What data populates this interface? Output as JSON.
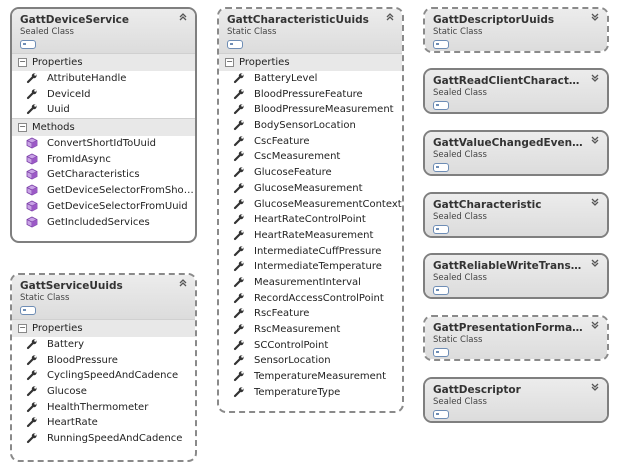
{
  "classes": {
    "gatt_device_service": {
      "name": "GattDeviceService",
      "kind": "Sealed Class",
      "sections": [
        {
          "label": "Properties",
          "items": [
            "AttributeHandle",
            "DeviceId",
            "Uuid"
          ]
        },
        {
          "label": "Methods",
          "items": [
            "ConvertShortIdToUuid",
            "FromIdAsync",
            "GetCharacteristics",
            "GetDeviceSelectorFromShort...",
            "GetDeviceSelectorFromUuid",
            "GetIncludedServices"
          ]
        }
      ]
    },
    "gatt_service_uuids": {
      "name": "GattServiceUuids",
      "kind": "Static Class",
      "sections": [
        {
          "label": "Properties",
          "items": [
            "Battery",
            "BloodPressure",
            "CyclingSpeedAndCadence",
            "Glucose",
            "HealthThermometer",
            "HeartRate",
            "RunningSpeedAndCadence"
          ]
        }
      ]
    },
    "gatt_characteristic_uuids": {
      "name": "GattCharacteristicUuids",
      "kind": "Static Class",
      "sections": [
        {
          "label": "Properties",
          "items": [
            "BatteryLevel",
            "BloodPressureFeature",
            "BloodPressureMeasurement",
            "BodySensorLocation",
            "CscFeature",
            "CscMeasurement",
            "GlucoseFeature",
            "GlucoseMeasurement",
            "GlucoseMeasurementContext",
            "HeartRateControlPoint",
            "HeartRateMeasurement",
            "IntermediateCuffPressure",
            "IntermediateTemperature",
            "MeasurementInterval",
            "RecordAccessControlPoint",
            "RscFeature",
            "RscMeasurement",
            "SCControlPoint",
            "SensorLocation",
            "TemperatureMeasurement",
            "TemperatureType"
          ]
        }
      ]
    },
    "gatt_descriptor_uuids": {
      "name": "GattDescriptorUuids",
      "kind": "Static Class"
    },
    "gatt_read_client_characteristic": {
      "name": "GattReadClientCharacteristic...",
      "kind": "Sealed Class"
    },
    "gatt_value_changed_event_args": {
      "name": "GattValueChangedEventArgs",
      "kind": "Sealed Class"
    },
    "gatt_characteristic": {
      "name": "GattCharacteristic",
      "kind": "Sealed Class"
    },
    "gatt_reliable_write_transaction": {
      "name": "GattReliableWriteTransaction",
      "kind": "Sealed Class"
    },
    "gatt_presentation_format_types": {
      "name": "GattPresentationFormatTypes",
      "kind": "Static Class"
    },
    "gatt_descriptor": {
      "name": "GattDescriptor",
      "kind": "Sealed Class"
    }
  },
  "icons": {
    "expanded": "collapse-chevron-icon",
    "collapsed": "expand-chevron-icon",
    "property": "wrench-property-icon",
    "method": "purple-cube-method-icon",
    "inheritance": "inheritance-marker-icon"
  },
  "colors": {
    "method_icon": "#9b59c6",
    "property_icon": "#333333",
    "header": "#e2e2e2",
    "border": "#7f7f7f"
  }
}
